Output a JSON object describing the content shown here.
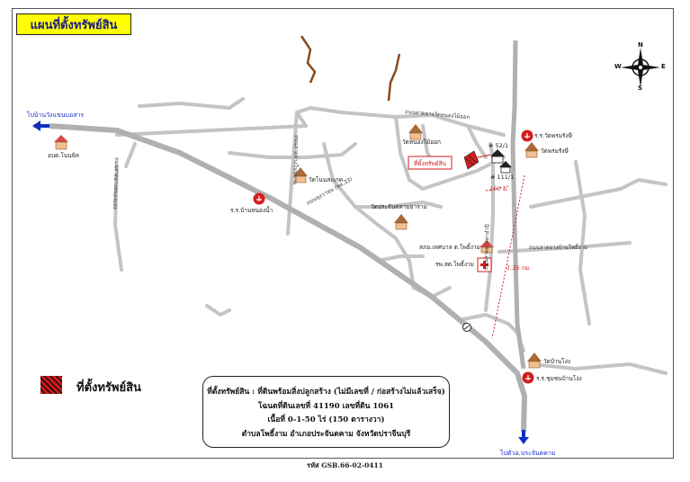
{
  "title": "แผนที่ตั้งทรัพย์สิน",
  "compass": {
    "n": "N",
    "s": "S",
    "e": "E",
    "w": "W"
  },
  "directions": {
    "to_left": "ไปบ้านวังแขนบอสาร",
    "to_bottom": "ไปตัวอ.ประจันตคาม"
  },
  "places": {
    "school_wangnam": "ร.ร.บ้านหนองน้ำ",
    "temple_nongsaket": "วัดโนนสะเกต",
    "office_tambon": "อบต.โนนพิล",
    "temple_nongsai": "วัดหนองไม้ออก",
    "temple_prachan": "วัดประจันตคามธาราม",
    "school_watphrom": "ร.ร.วัดพรมรังษี",
    "temple_phrom": "วัดพรมรังษี",
    "police": "สภอ.เทศบาล ต.โพธิ์งาม",
    "hospital": "รพ.สต.โพธิ์งาม",
    "temple_bankhoi": "วัดบ้านโง่ง",
    "school_bankhoi": "ร.ร.ชุมชนบ้านโง่ง"
  },
  "property_label": "ที่ตั้งทรัพย์สิน",
  "house_numbers": {
    "n1": "# 52/1",
    "n2": "# 111/1"
  },
  "roads": {
    "highway": "ถนนหุงวาหุน (ทล.33)",
    "road_left": "ถนนลาดยางหนองแสง",
    "road_mid": "ถนนลาดยางโนนขาม",
    "road_top": "ถนนลาดยางวัดหนองไม้ออก",
    "road_right_v": "ถนนลาดยางท่าจำปี",
    "road_right_h": "ถนนลาดยางบ้านโพธิ์งาม"
  },
  "distances": {
    "d1": "150 ม.",
    "d2": "1.35 กม."
  },
  "info": {
    "line1": "ที่ตั้งทรัพย์สิน : ที่ดินพร้อมสิ่งปลูกสร้าง (ไม่มีเลขที่ / ก่อสร้างไม่แล้วเสร็จ)",
    "line2": "โฉนดที่ดินเลขที่ 41190 เลขที่ดิน 1061",
    "line3": "เนื้อที่ 0-1-50 ไร่ (150 ตารางวา)",
    "line4": "ตำบลโพธิ์งาม  อำเภอประจันตคาม  จังหวัดปราจีนบุรี"
  },
  "legend": {
    "label": "ที่ตั้งทรัพย์สิน"
  },
  "code": "รหัส GSB.66-02-0411",
  "colors": {
    "title_bg": "#ffff00",
    "highway": "#b0b0b0",
    "road": "#c4c4c4",
    "creek": "#8a4a1e",
    "arrow": "#1030c0",
    "marker": "#d21e1e"
  }
}
